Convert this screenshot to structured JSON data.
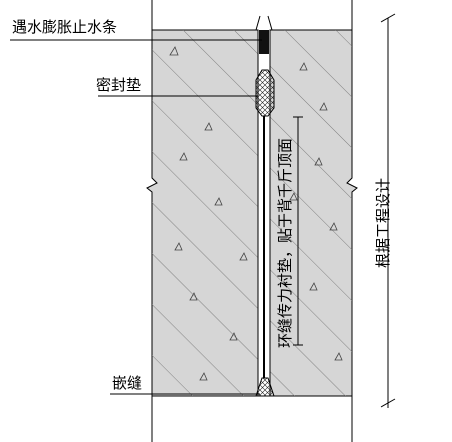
{
  "labels": {
    "waterstop": "遇水膨胀止水条",
    "seal_gasket": "密封垫",
    "caulking": "嵌缝",
    "joint_liner": "环缝传力衬垫，贴于背千斤顶面",
    "design_dim": "根据工程设计"
  },
  "colors": {
    "concrete_fill": "#d6d6d6",
    "line": "#000000",
    "background": "#ffffff"
  }
}
